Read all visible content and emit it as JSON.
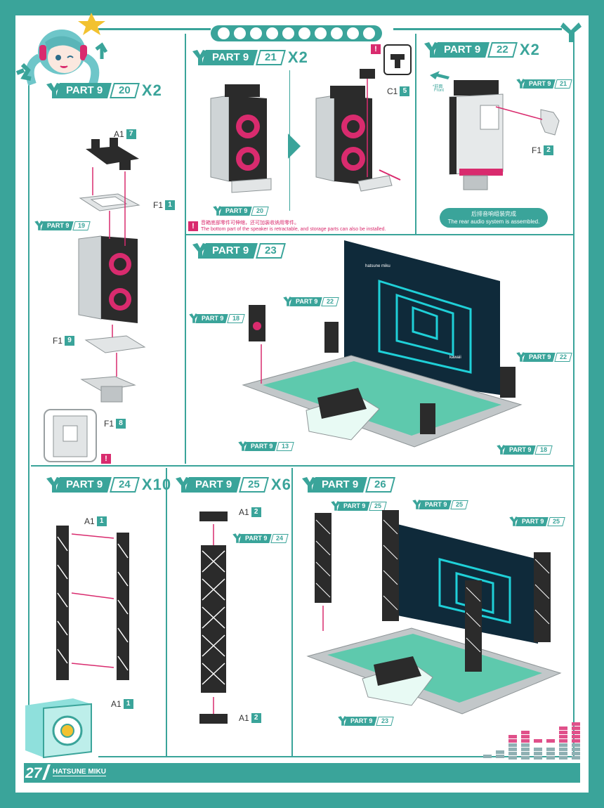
{
  "colors": {
    "teal": "#3aa49a",
    "magenta": "#d92b6e",
    "dark": "#2b2b2b",
    "grey": "#cfd4d6"
  },
  "sections": {
    "s20": {
      "part": "PART 9",
      "num": "20",
      "mult": "X2"
    },
    "s21": {
      "part": "PART 9",
      "num": "21",
      "mult": "X2"
    },
    "s22": {
      "part": "PART 9",
      "num": "22",
      "mult": "X2"
    },
    "s23": {
      "part": "PART 9",
      "num": "23",
      "mult": ""
    },
    "s24": {
      "part": "PART 9",
      "num": "24",
      "mult": "X10"
    },
    "s25": {
      "part": "PART 9",
      "num": "25",
      "mult": "X6"
    },
    "s26": {
      "part": "PART 9",
      "num": "26",
      "mult": ""
    }
  },
  "refs": {
    "r19": {
      "part": "PART 9",
      "num": "19"
    },
    "r20": {
      "part": "PART 9",
      "num": "20"
    },
    "r21": {
      "part": "PART 9",
      "num": "21"
    },
    "r22a": {
      "part": "PART 9",
      "num": "22"
    },
    "r22b": {
      "part": "PART 9",
      "num": "22"
    },
    "r18a": {
      "part": "PART 9",
      "num": "18"
    },
    "r18b": {
      "part": "PART 9",
      "num": "18"
    },
    "r13": {
      "part": "PART 9",
      "num": "13"
    },
    "r24": {
      "part": "PART 9",
      "num": "24"
    },
    "r25a": {
      "part": "PART 9",
      "num": "25"
    },
    "r25b": {
      "part": "PART 9",
      "num": "25"
    },
    "r25c": {
      "part": "PART 9",
      "num": "25"
    },
    "r23": {
      "part": "PART 9",
      "num": "23"
    }
  },
  "parts": {
    "a1_7": {
      "code": "A1",
      "num": "7"
    },
    "f1_1": {
      "code": "F1",
      "num": "1"
    },
    "f1_9": {
      "code": "F1",
      "num": "9"
    },
    "f1_8": {
      "code": "F1",
      "num": "8"
    },
    "c1_5": {
      "code": "C1",
      "num": "5"
    },
    "f1_2": {
      "code": "F1",
      "num": "2"
    },
    "a1_1_top": {
      "code": "A1",
      "num": "1"
    },
    "a1_1_bot": {
      "code": "A1",
      "num": "1"
    },
    "a1_2_top": {
      "code": "A1",
      "num": "2"
    },
    "a1_2_bot": {
      "code": "A1",
      "num": "2"
    }
  },
  "warning_glyph": "!",
  "notes": {
    "speaker_cn": "音箱底部零件可伸缩，还可加装收纳用零件。",
    "speaker_en": "The bottom part of the speaker is retractable, and storage parts can also be installed."
  },
  "front": {
    "cn": "*前面",
    "en": "Front"
  },
  "assembled": {
    "cn": "后排音响组装完成",
    "en": "The rear audio system is assembled."
  },
  "screen_texts": [
    "hatsune miku",
    "kawaii"
  ],
  "footer": {
    "page": "27",
    "title": "HATSUNE MIKU"
  }
}
